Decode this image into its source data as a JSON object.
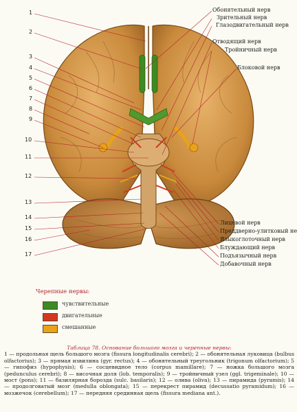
{
  "figure": {
    "left_numbers": [
      "1",
      "2",
      "3",
      "4",
      "5",
      "6",
      "7",
      "8",
      "9",
      "10",
      "11",
      "12",
      "13",
      "14",
      "15",
      "16",
      "17"
    ],
    "top_right_labels": [
      "Обонятельный нерв",
      "Зрительный нерв",
      "Глазодвигательный нерв",
      "Отводящий нерв",
      "Тройничный нерв",
      "Блоковой нерв"
    ],
    "bottom_right_labels": [
      "Лицевой нерв",
      "Преддверно-улитковый нерв",
      "Языкоглоточный нерв",
      "Блуждающий нерв",
      "Подъязычный нерв",
      "Добавочный нерв"
    ]
  },
  "legend": {
    "title": "Черепные нервы:",
    "items": [
      {
        "label": "чувствительные",
        "color": "#3f8a22"
      },
      {
        "label": "двигательные",
        "color": "#d2381f"
      },
      {
        "label": "смешанные",
        "color": "#e8a318"
      }
    ]
  },
  "caption": {
    "title": "Таблица 78. Основание большого мозга и черепные нервы:",
    "text": "1 — продольная щель большого мозга (fissura longitudinalis cerebri); 2 — обонятельная луковица (bulbus olfactorius); 3 — прямая извилина (gyr. rectus); 4 — обонятельный треугольник (trigonum olfactorium); 5 — гипофиз (hypophysis); 6 — сосцевидное тело (corpus mamillare); 7 — ножка большого мозга (pedunculus cerebri); 8 — височная доля (lob. temporalis); 9 — тройничный узел (ggl. trigeminale); 10 — мост (pons); 11 — базилярная борозда (sulc. basilaris); 12 — олива (oliva); 13 — пирамида (pyramis); 14 — продолговатый мозг (medulla oblongata); 15 — перекрест пирамид (decussatio pyramidum); 16 — мозжечок (cerebellum); 17 — передняя срединная щель (fissura mediana ant.)."
  }
}
